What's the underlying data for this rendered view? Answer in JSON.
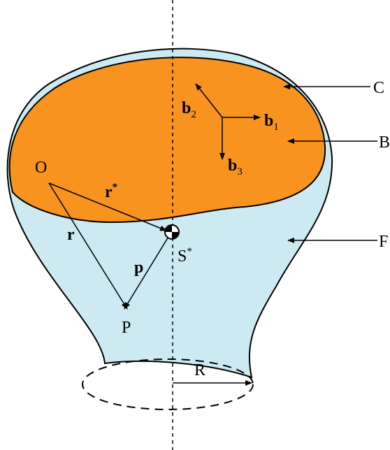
{
  "labels": {
    "C": "C",
    "B": "B",
    "F": "F",
    "O": "O",
    "P": "P",
    "S": "S",
    "S_sup": "*",
    "R": "R"
  },
  "vectors": {
    "r": "r",
    "r_star": "r",
    "r_star_sup": "*",
    "p": "p",
    "b": "b",
    "b1_sub": "1",
    "b2_sub": "2",
    "b3_sub": "3"
  },
  "colors": {
    "fluid": "#cdeaf3",
    "body": "#f7931e",
    "outline": "#000000"
  }
}
